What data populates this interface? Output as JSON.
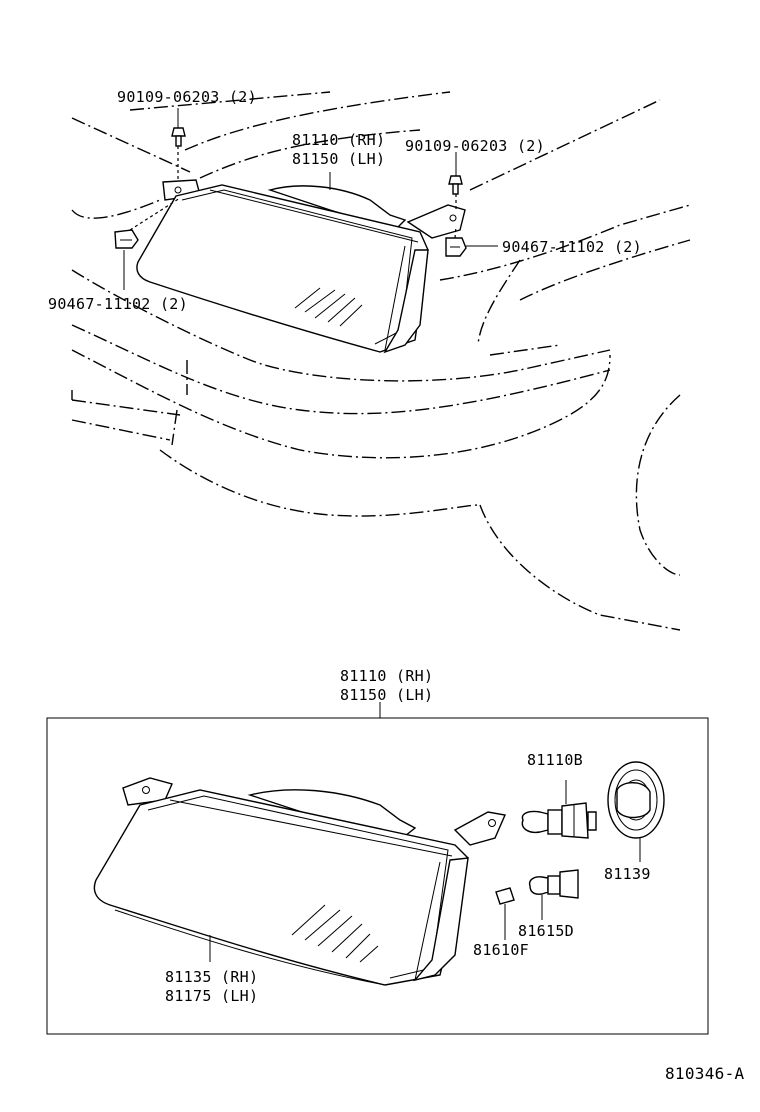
{
  "labels": {
    "bolt_left": "90109-06203 (2)",
    "bolt_right": "90109-06203 (2)",
    "unit_top_rh": "81110 (RH)",
    "unit_top_lh": "81150 (LH)",
    "nut_right": "90467-11102 (2)",
    "nut_left": "90467-11102 (2)",
    "unit_box_rh": "81110 (RH)",
    "unit_box_lh": "81150 (LH)",
    "bulb_main": "81110B",
    "socket_cover": "81139",
    "bulb_small": "81615D",
    "bulb_wedge": "81610F",
    "lens_rh": "81135 (RH)",
    "lens_lh": "81175 (LH)",
    "figure_id": "810346-A"
  }
}
